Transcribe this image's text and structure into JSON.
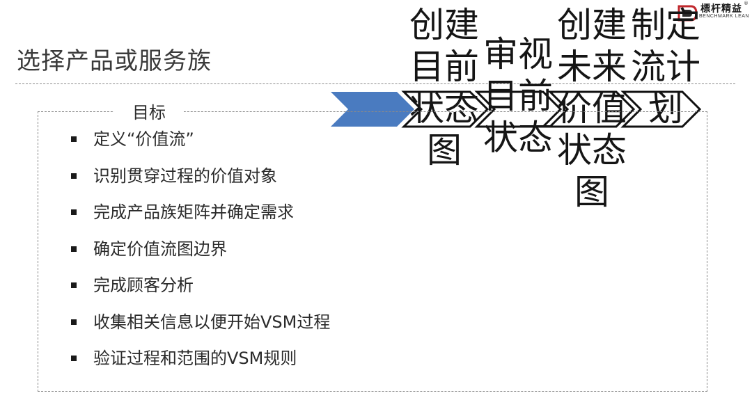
{
  "slide": {
    "title": "选择产品或服务族",
    "goal_heading": "目标",
    "goals": [
      "定义“价值流”",
      "识别贯穿过程的价值对象",
      "完成产品族矩阵并确定需求",
      "确定价值流图边界",
      "完成顾客分析",
      "收集相关信息以便开始VSM过程",
      "验证过程和范围的VSM规则"
    ]
  },
  "steps": [
    {
      "label": "创建目前状态图"
    },
    {
      "label": "审视目前状态"
    },
    {
      "label": "创建未来价值状态图"
    },
    {
      "label": "制定流计划"
    }
  ],
  "logo": {
    "name": "標杆精益",
    "subtitle": "BENCHMARK LEAN",
    "registered": "®"
  },
  "colors": {
    "accent_arrow": "#4a7bc0",
    "dashed_border": "#8a8a8a"
  }
}
